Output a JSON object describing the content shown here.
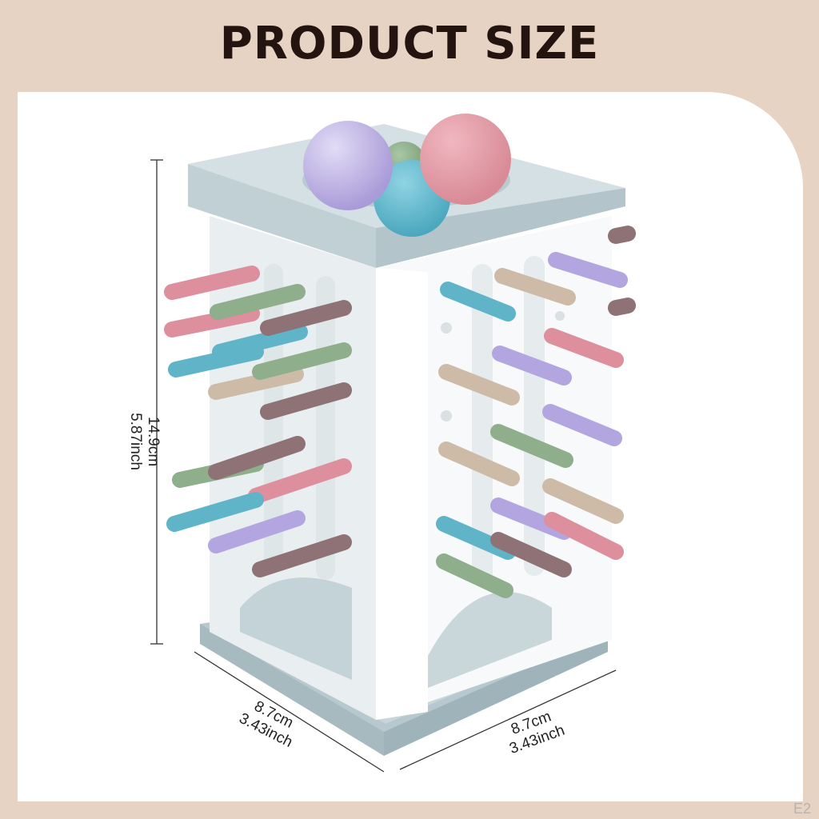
{
  "header": {
    "title": "PRODUCT SIZE"
  },
  "dimensions": {
    "height": {
      "cm": "14.9cm",
      "inch": "5.87inch"
    },
    "width_left": {
      "cm": "8.7cm",
      "inch": "3.43inch"
    },
    "width_right": {
      "cm": "8.7cm",
      "inch": "3.43inch"
    }
  },
  "watermark": "E2",
  "colors": {
    "background": "#e6d3c4",
    "panel": "#ffffff",
    "tower_blue": "#c8d6da",
    "peg_pink": "#dd8f9d",
    "peg_green": "#8fae8c",
    "peg_blue": "#5fb4c8",
    "peg_purple": "#b3a6e0",
    "peg_mauve": "#8e7276",
    "peg_beige": "#cdbba8"
  }
}
